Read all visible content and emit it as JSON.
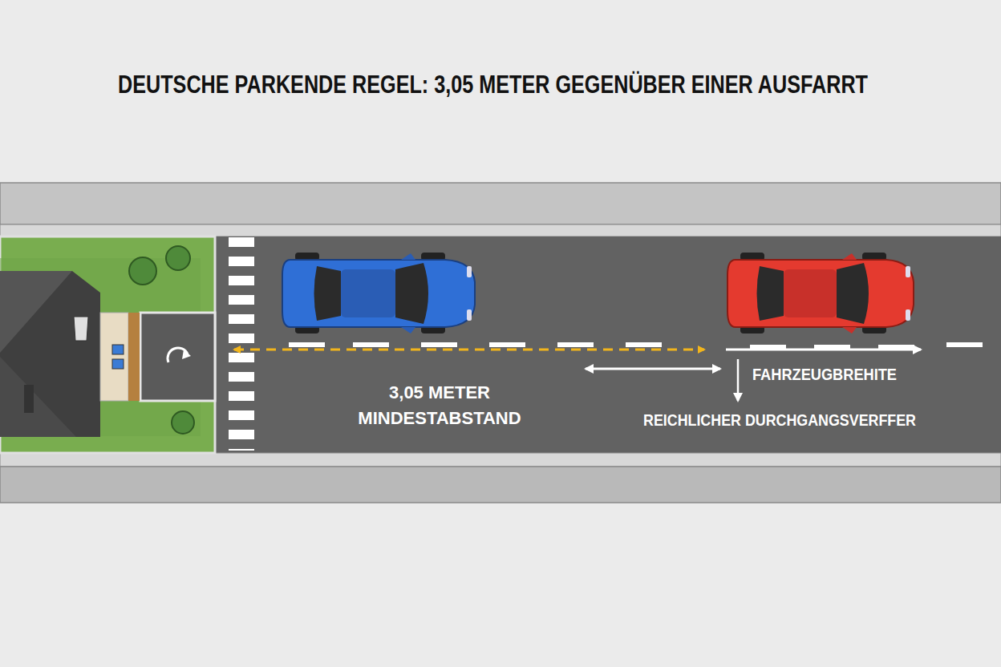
{
  "diagram": {
    "title": "DEUTSCHE PARKENDE REGEL: 3,05 METER GEGENÜBER EINER AUSFARRT",
    "labels": [
      "3,05 METER MINDESTABSTAND",
      "FAHRZEUGBREHITE",
      "REICHLICHER DURCHGANGSVERFFER"
    ]
  }
}
